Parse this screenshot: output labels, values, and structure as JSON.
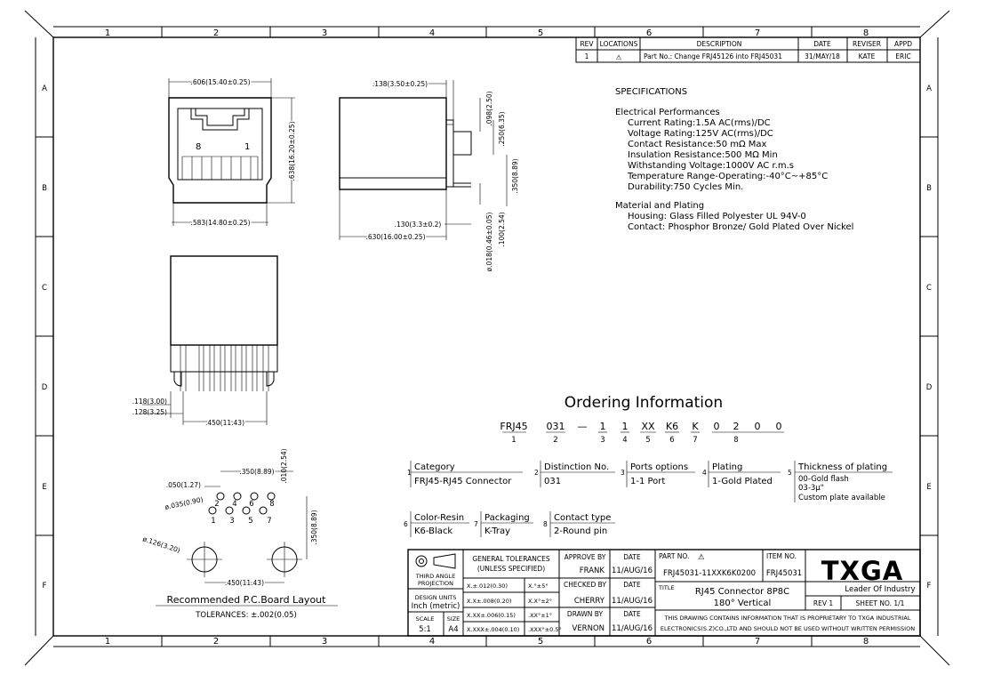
{
  "border": {
    "top_columns": [
      "1",
      "2",
      "3",
      "4",
      "5",
      "6",
      "7",
      "8"
    ],
    "bottom_columns": [
      "1",
      "2",
      "3",
      "4",
      "5",
      "6",
      "7",
      "8"
    ],
    "rows": [
      "A",
      "B",
      "C",
      "D",
      "E",
      "F"
    ]
  },
  "revision_table": {
    "headers": [
      "REV",
      "LOCATIONS",
      "DESCRIPTION",
      "DATE",
      "REVISER",
      "APPD"
    ],
    "row": {
      "rev": "1",
      "locations": "⚠",
      "description": "Part No.: Change FRJ45126 into FRJ45031",
      "date": "31/MAY/18",
      "reviser": "KATE",
      "appd": "ERIC"
    }
  },
  "specifications": {
    "title": "SPECIFICATIONS",
    "electrical_title": "Electrical Performances",
    "electrical": [
      "Current Rating:1.5A AC(rms)/DC",
      "Voltage Rating:125V AC(rms)/DC",
      "Contact Resistance:50 mΩ Max",
      "Insulation Resistance:500 MΩ Min",
      "Withstanding Voltage:1000V AC r.m.s",
      "Temperature Range-Operating:-40°C~+85°C",
      "Durability:750 Cycles Min."
    ],
    "material_title": "Material and Plating",
    "material": [
      "Housing: Glass Filled Polyester UL 94V-0",
      "Contact: Phosphor Bronze/ Gold Plated Over Nickel"
    ]
  },
  "dimensions": {
    "front_width_top": ".606(15.40±0.25)",
    "front_height": ".638(16.20±0.25)",
    "front_width_bottom": ".583(14.80±0.25)",
    "pin8": "8",
    "pin1": "1",
    "side_top": ".138(3.50±0.25)",
    "side_098": ".098(2.50)",
    "side_250": ".250(6.35)",
    "side_350": ".350(8.89)",
    "side_130": ".130(3.3±0.2)",
    "side_630": ".630(16.00±0.25)",
    "side_018": "ø.018(0.46±0.05)",
    "side_100": ".100(2.54)",
    "bottom_118": ".118(3.00)",
    "bottom_128": ".128(3.25)",
    "bottom_450": ".450(11.43)"
  },
  "pcb_layout": {
    "d350": ".350(8.89)",
    "d050": ".050(1.27)",
    "d010": ".010(2.54)",
    "d035": "ø.035(0.90)",
    "d126": "ø.126(3.20)",
    "d350v": ".350(8.89)",
    "d450": ".450(11.43)",
    "pins_top": [
      "2",
      "4",
      "6",
      "8"
    ],
    "pins_bottom": [
      "1",
      "3",
      "5",
      "7"
    ],
    "title": "Recommended P.C.Board Layout",
    "tolerances": "TOLERANCES: ±.002(0.05)"
  },
  "ordering": {
    "title": "Ordering Information",
    "code_parts": [
      "FRJ45",
      "031",
      "—",
      "1",
      "1",
      "XX",
      "K6",
      "K",
      "0",
      "2",
      "0",
      "0"
    ],
    "code_indices": [
      "1",
      "2",
      "3",
      "4",
      "5",
      "6",
      "7",
      "8"
    ],
    "options": [
      {
        "num": "1",
        "title": "Category",
        "values": [
          "FRJ45-RJ45 Connector"
        ]
      },
      {
        "num": "2",
        "title": "Distinction No.",
        "values": [
          "031"
        ]
      },
      {
        "num": "3",
        "title": "Ports options",
        "values": [
          "1-1 Port"
        ]
      },
      {
        "num": "4",
        "title": "Plating",
        "values": [
          "1-Gold Plated"
        ]
      },
      {
        "num": "5",
        "title": "Thickness of plating",
        "values": [
          "00-Gold flash",
          "03-3μ\"",
          "Custom plate available"
        ]
      },
      {
        "num": "6",
        "title": "Color-Resin",
        "values": [
          "K6-Black"
        ]
      },
      {
        "num": "7",
        "title": "Packaging",
        "values": [
          "K-Tray"
        ]
      },
      {
        "num": "8",
        "title": "Contact type",
        "values": [
          "2-Round pin"
        ]
      }
    ]
  },
  "title_block": {
    "projection": "THIRD ANGLE PROJECTION",
    "design_units_label": "DESIGN UNITS",
    "design_units": "Inch (metric)",
    "scale_label": "SCALE",
    "scale": "5:1",
    "size_label": "SIZE",
    "size": "A4",
    "gen_tol_title": "GENERAL TOLERANCES",
    "gen_tol_sub": "(UNLESS SPECIFIED)",
    "tolerances": [
      [
        "X.±.012(0.30)",
        "X.°±5°"
      ],
      [
        "X.X±.008(0.20)",
        "X.X°±2°"
      ],
      [
        "X.XX±.006(0.15)",
        ".XX°±1°"
      ],
      [
        "X.XXX±.004(0.10)",
        ".XXX°±0.5°"
      ]
    ],
    "approve_by_label": "APPROVE BY",
    "approve_by": "FRANK",
    "checked_by_label": "CHECKED BY",
    "checked_by": "CHERRY",
    "drawn_by_label": "DRAWN BY",
    "drawn_by": "VERNON",
    "date_label": "DATE",
    "date": "11/AUG/16",
    "part_no_label": "PART NO.",
    "part_no": "FRJ45031-11XXK6K0200",
    "item_no_label": "ITEM NO.",
    "item_no": "FRJ45031",
    "title_label": "TITLE",
    "title_line1": "RJ45 Connector 8P8C",
    "title_line2": "180° Vertical",
    "rev": "REV 1",
    "sheet": "SHEET NO. 1/1",
    "notice": "THIS DRAWING CONTAINS INFORMATION THAT IS PROPRIETARY TO TXGA INDUSTRIAL ELECTRONICS(S.Z)CO.,LTD AND SHOULD NOT BE USED WITHOUT WRITTEN PERMISSION",
    "notice_line1": "THIS DRAWING CONTAINS INFORMATION THAT IS PROPRIETARY TO TXGA INDUSTRIAL",
    "notice_line2": "ELECTRONICS(S.Z)CO.,LTD AND SHOULD NOT BE USED WITHOUT WRITTEN PERMISSION",
    "logo": "TXGA",
    "tagline": "Leader Of Industry"
  }
}
